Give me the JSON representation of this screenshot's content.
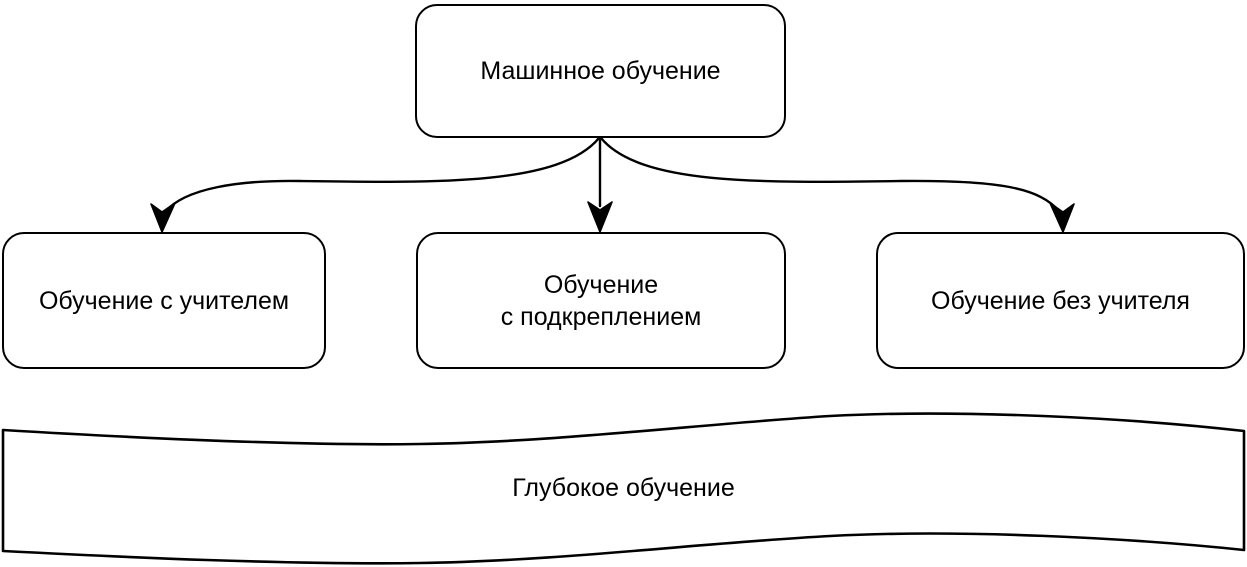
{
  "diagram": {
    "title_text": "Машинное обучение",
    "background_color": "#ffffff",
    "stroke_color": "#000000",
    "text_color": "#000000",
    "root": {
      "label": "Машинное обучение"
    },
    "children": [
      {
        "label": "Обучение с учителем"
      },
      {
        "label": "Обучение\nс подкреплением"
      },
      {
        "label": "Обучение без учителя"
      }
    ],
    "banner": {
      "label": "Глубокое обучение",
      "shape": "wave-ribbon"
    },
    "connectors": [
      {
        "name": "root-to-supervised",
        "style": "curved-arrow"
      },
      {
        "name": "root-to-reinforcement",
        "style": "straight-arrow"
      },
      {
        "name": "root-to-unsupervised",
        "style": "curved-arrow"
      }
    ]
  }
}
